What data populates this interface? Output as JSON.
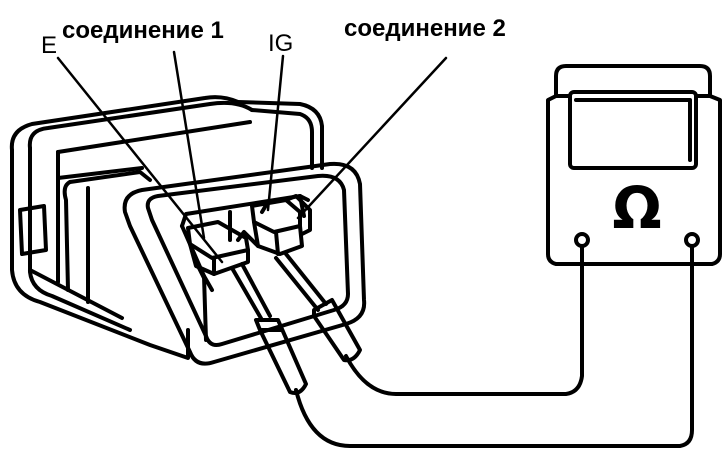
{
  "labels": {
    "e": "E",
    "connection_1": "соединение 1",
    "ig": "IG",
    "connection_2": "соединение 2"
  },
  "meter": {
    "symbol": "Ω"
  },
  "colors": {
    "ink": "#000000",
    "paper": "#ffffff"
  }
}
